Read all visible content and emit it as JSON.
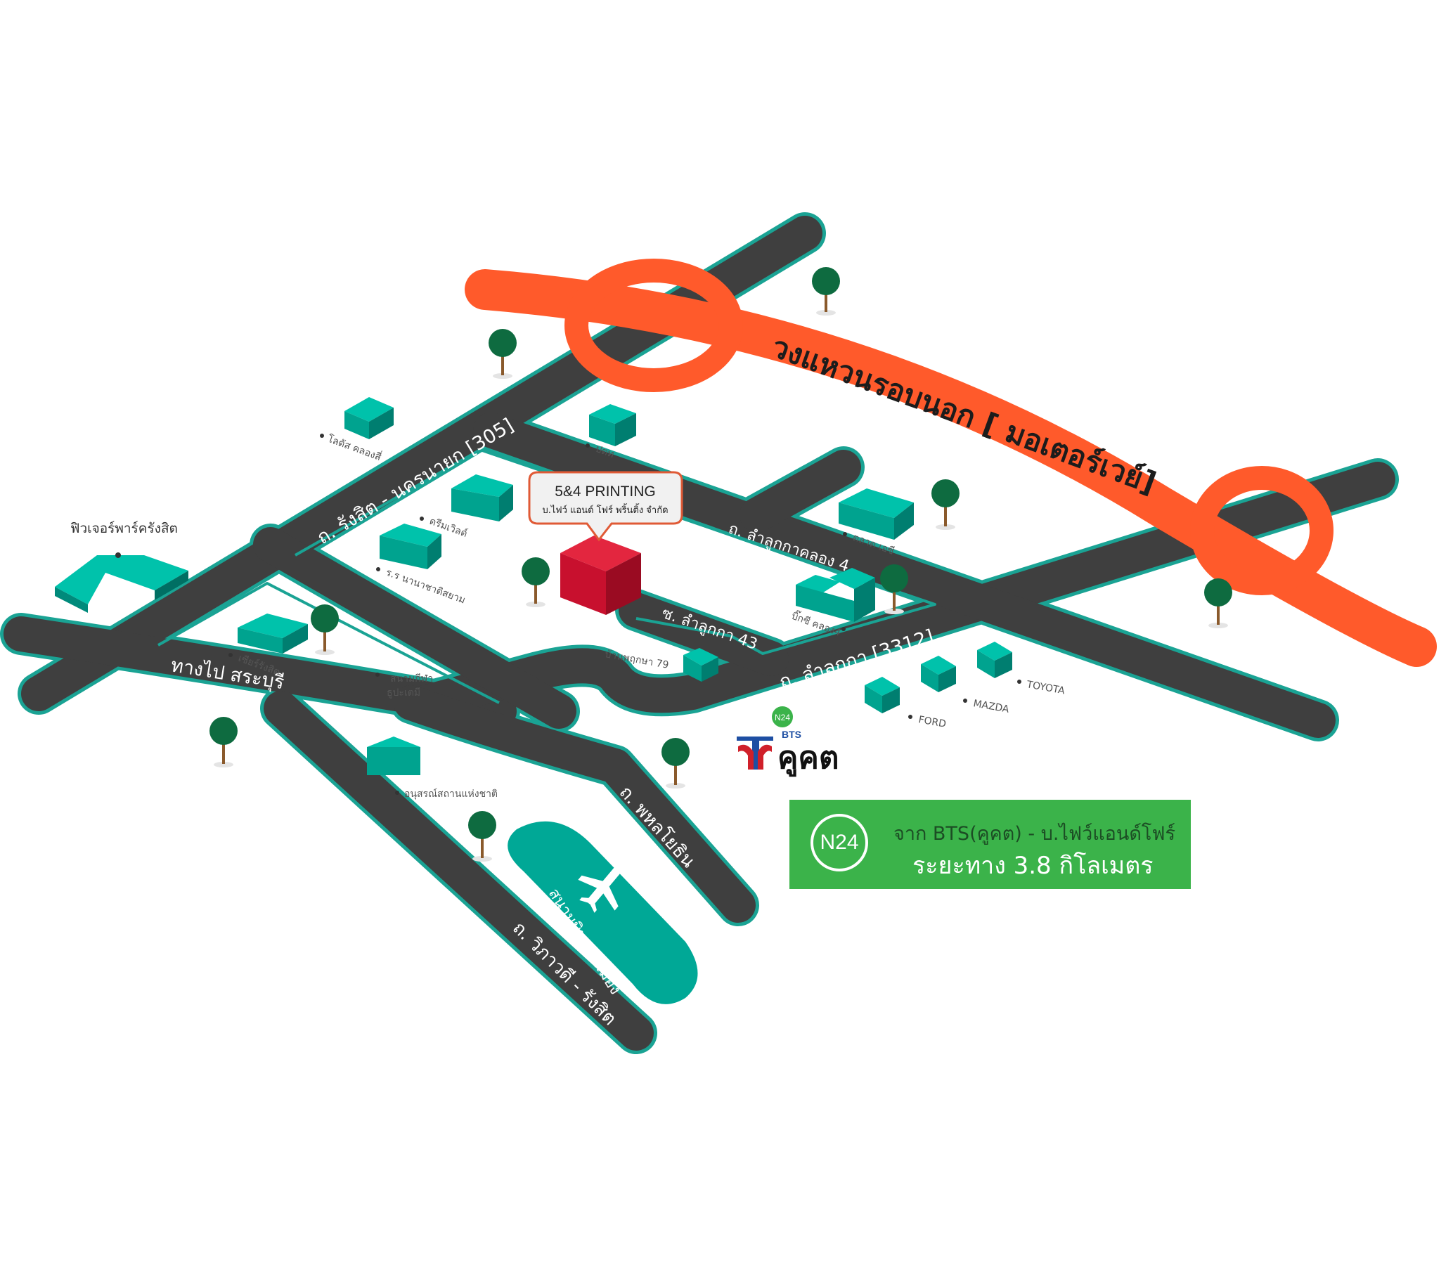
{
  "colors": {
    "road": "#3f3f3f",
    "road_outline": "#1aa394",
    "ring_road": "#ff5a2b",
    "building": "#00b29e",
    "target_building": "#c8102e",
    "tree": "#0e6b40",
    "info_box": "#3bb34a",
    "bts_blue": "#1e4fa3",
    "bts_red": "#d0202a"
  },
  "ring_road": {
    "label": "วงแหวนรอบนอก [ มอเตอร์เวย์]"
  },
  "roads": {
    "rangsit": "ถ. รังสิต  - นครนายก [305]",
    "saraburi": "ทางไป สระบุรี",
    "lamlukka": "ถ. ลำลูกกา [3312]",
    "lamlukka_klong4": "ถ. ลำลูกกาคลอง 4",
    "soi43": "ซ. ลำลูกกา 43",
    "phahon": "ถ. พหลโยธิน",
    "vibhavadi": "ถ. วิภาวดี - รังสิต"
  },
  "pois": {
    "future_park": "ฟิวเจอร์พาร์ครังสิต",
    "lotus": "โลตัส คลองสี่",
    "ptt": "ปตท",
    "dream_world": "ดรีมเวิลด์",
    "school": "ร.ร นานาชาติสยาม",
    "market": "ตลาด เอซี",
    "big_c": "บิ๊กซี คลอง4",
    "central": "เซียร์รังสิต",
    "stadium_line1": "สนามกีฬา",
    "stadium_line2": "ธูปะเตมี",
    "baan": "บ้านพฤกษา 79",
    "ford": "FORD",
    "mazda": "MAZDA",
    "toyota": "TOYOTA",
    "monument": "อนุสรณ์สถานแห่งชาติ",
    "airport": "สนามบินดอนเมือง"
  },
  "target": {
    "title": "5&4 PRINTING",
    "subtitle": "บ.ไฟว์ แอนด์ โฟร์ พริ้นติ้ง จำกัด"
  },
  "bts": {
    "brand": "BTS",
    "station": "คูคต",
    "code": "N24"
  },
  "info_box": {
    "badge": "N24",
    "line1": "จาก BTS(คูคต) - บ.ไฟว์แอนด์โฟร์",
    "line2": "ระยะทาง 3.8 กิโลเมตร"
  }
}
